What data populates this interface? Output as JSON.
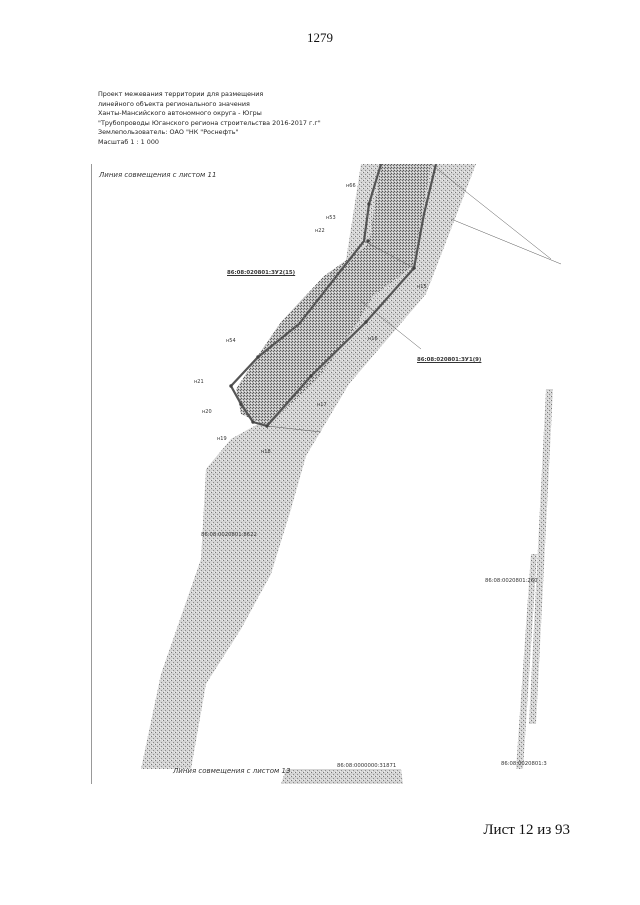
{
  "page_number": "1279",
  "header": {
    "lines": [
      "Проект межевания территории для размещения",
      "линейного объекта регионального значения",
      "Ханты-Мансийского автономного округа - Югры",
      "\"Трубопроводы Юганского региона строительства 2016-2017 г.г\"",
      "Землепользователь: ОАО \"НК \"Роснефть\"",
      "Масштаб 1 : 1 000"
    ]
  },
  "map": {
    "link_top": "Линия совмещения с листом 11",
    "link_bottom": "Линия совмещения с листом 13",
    "zu_labels": [
      "86:08:020801:ЗУ2(15)",
      "86:08:020801:ЗУ1(9)"
    ],
    "cadastral_labels": [
      "86:08:0020801:8622",
      "86:08:0020801:260",
      "86:08:0000000:31871",
      "86:08:0020801:3"
    ],
    "points": [
      "н66",
      "н53",
      "н22",
      "н15",
      "н16",
      "н54",
      "н21",
      "н20",
      "н17",
      "н19",
      "н18"
    ]
  },
  "sheet_label": "Лист 12 из 93"
}
